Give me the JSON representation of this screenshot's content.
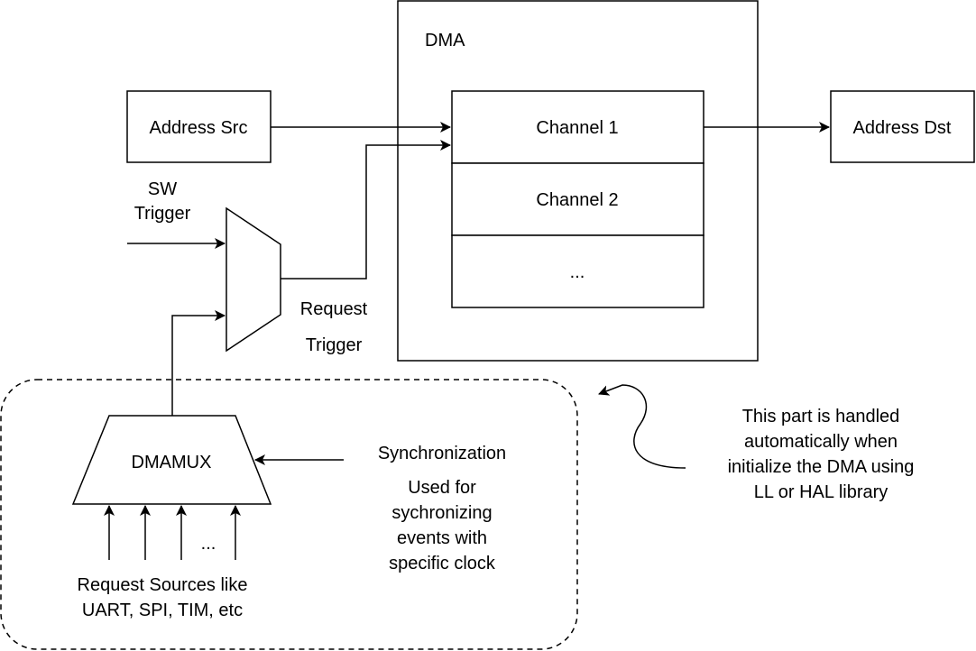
{
  "dma": {
    "title": "DMA",
    "channels": [
      "Channel 1",
      "Channel 2",
      "..."
    ]
  },
  "address_src": "Address Src",
  "address_dst": "Address Dst",
  "sw_trigger": [
    "SW",
    "Trigger"
  ],
  "request_trigger": [
    "Request",
    "Trigger"
  ],
  "dmamux": {
    "label": "DMAMUX",
    "input_ellipsis": "..."
  },
  "request_sources": [
    "Request Sources like",
    "UART, SPI, TIM, etc"
  ],
  "synchronization": {
    "title": "Synchronization",
    "description": [
      "Used for",
      "sychronizing",
      "events with",
      "specific clock"
    ]
  },
  "note": [
    "This part is handled",
    "automatically when",
    "initialize the DMA using",
    "LL or HAL library"
  ],
  "colors": {
    "stroke": "#000000",
    "background": "#ffffff"
  }
}
